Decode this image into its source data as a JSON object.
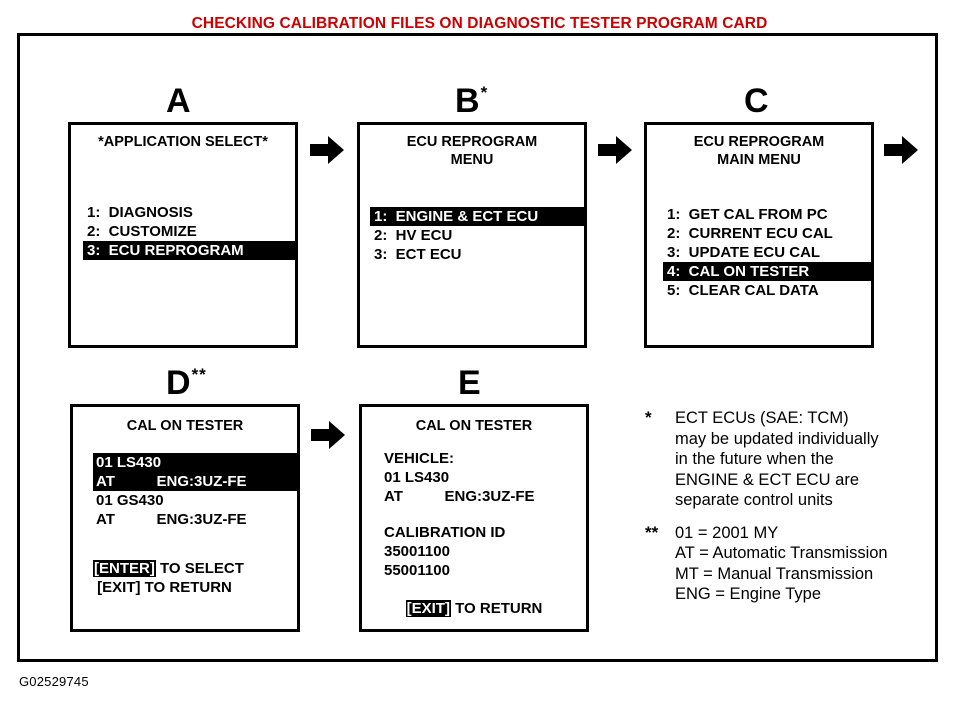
{
  "title": "CHECKING CALIBRATION FILES ON DIAGNOSTIC TESTER PROGRAM CARD",
  "figure_id": "G02529745",
  "colors": {
    "title_red": "#cc0000",
    "highlight_bg": "#000000",
    "highlight_fg": "#ffffff",
    "frame": "#000000"
  },
  "steps": {
    "a": {
      "letter": "A",
      "sup": ""
    },
    "b": {
      "letter": "B",
      "sup": "*"
    },
    "c": {
      "letter": "C",
      "sup": ""
    },
    "d": {
      "letter": "D",
      "sup": "**"
    },
    "e": {
      "letter": "E",
      "sup": ""
    }
  },
  "screens": {
    "a": {
      "title": "*APPLICATION SELECT*",
      "items": [
        {
          "text": "1:  DIAGNOSIS",
          "highlighted": false
        },
        {
          "text": "2:  CUSTOMIZE",
          "highlighted": false
        },
        {
          "text": "3:  ECU REPROGRAM",
          "highlighted": true
        }
      ]
    },
    "b": {
      "title": "ECU REPROGRAM\nMENU",
      "items": [
        {
          "text": "1:  ENGINE & ECT ECU",
          "highlighted": true
        },
        {
          "text": "2:  HV ECU",
          "highlighted": false
        },
        {
          "text": "3:  ECT ECU",
          "highlighted": false
        }
      ]
    },
    "c": {
      "title": "ECU REPROGRAM\nMAIN MENU",
      "items": [
        {
          "text": "1:  GET CAL FROM PC",
          "highlighted": false
        },
        {
          "text": "2:  CURRENT ECU CAL",
          "highlighted": false
        },
        {
          "text": "3:  UPDATE ECU CAL",
          "highlighted": false
        },
        {
          "text": "4:  CAL ON TESTER",
          "highlighted": true
        },
        {
          "text": "5:  CLEAR CAL DATA",
          "highlighted": false
        }
      ]
    },
    "d": {
      "title": "CAL ON TESTER",
      "entries": [
        {
          "line1": "01 LS430",
          "line2": "AT          ENG:3UZ-FE",
          "highlighted": true
        },
        {
          "line1": "01 GS430",
          "line2": "AT          ENG:3UZ-FE",
          "highlighted": false
        }
      ],
      "footer": [
        {
          "key": "[ENTER]",
          "rest": " TO SELECT",
          "indent": 0
        },
        {
          "key": "",
          "rest": " [EXIT] TO RETURN",
          "indent": 1
        }
      ]
    },
    "e": {
      "title": "CAL ON TESTER",
      "vehicle_label": "VEHICLE:",
      "vehicle_model": "01 LS430",
      "vehicle_spec": "AT          ENG:3UZ-FE",
      "calibration_label": "CALIBRATION ID",
      "calibration_ids": [
        "35001100",
        "55001100"
      ],
      "exit_key": "[EXIT]",
      "exit_rest": " TO RETURN"
    }
  },
  "footnotes": [
    {
      "mark": "*",
      "lines": [
        "ECT ECUs (SAE: TCM)",
        "may be updated individually",
        "in the future when the",
        "ENGINE & ECT ECU are",
        "separate control units"
      ]
    },
    {
      "mark": "**",
      "lines": [
        "01 = 2001 MY",
        "AT = Automatic Transmission",
        "MT = Manual Transmission",
        "ENG = Engine Type"
      ]
    }
  ],
  "arrows": [
    {
      "name": "arrow-a-to-b"
    },
    {
      "name": "arrow-b-to-c"
    },
    {
      "name": "arrow-c-to-next"
    },
    {
      "name": "arrow-d-to-e"
    }
  ]
}
